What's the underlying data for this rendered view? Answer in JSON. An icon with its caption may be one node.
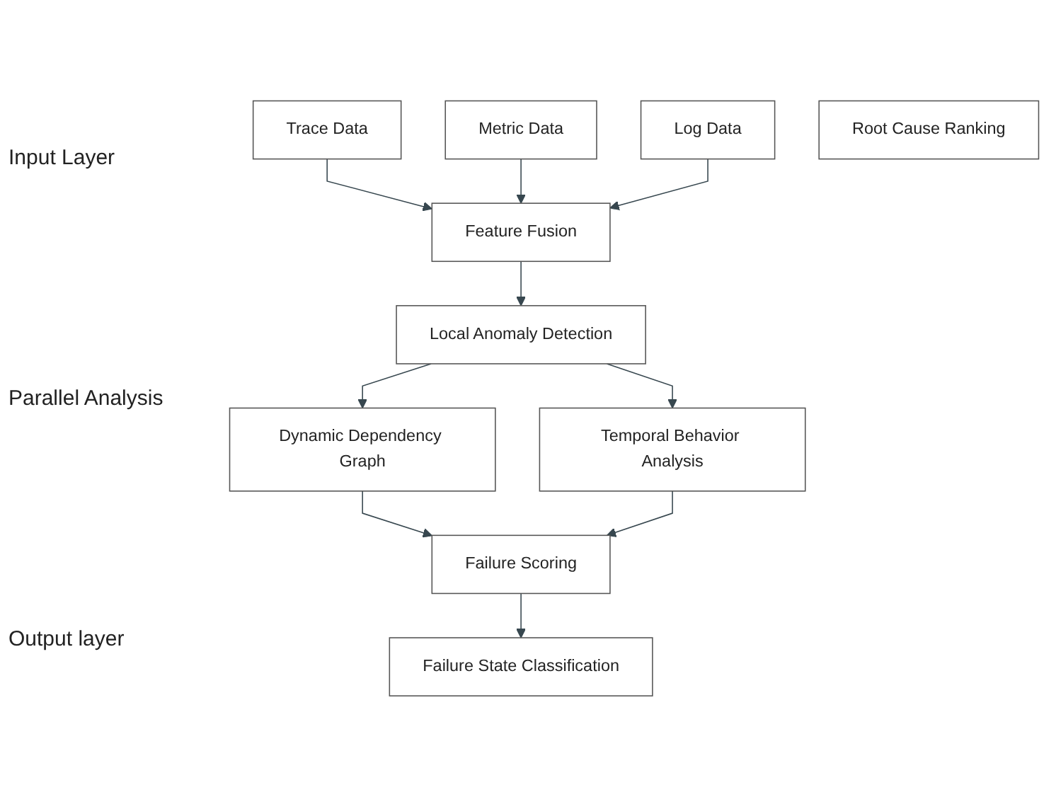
{
  "diagram": {
    "nodes": [
      {
        "text": [
          "Trace Data"
        ]
      },
      {
        "text": [
          "Metric Data"
        ]
      },
      {
        "text": [
          "Log Data"
        ]
      },
      {
        "text": [
          "Feature Fusion"
        ]
      },
      {
        "text": [
          "Local Anomaly Detection"
        ]
      },
      {
        "text": [
          "Dynamic Dependency Graph"
        ]
      },
      {
        "text": [
          "Temporal Behavior Analysis"
        ]
      },
      {
        "text": [
          "Failure Scoring"
        ]
      },
      {
        "text": [
          "Failure State Classification"
        ]
      },
      {
        "text": [
          "Root Cause Ranking"
        ]
      }
    ],
    "edges": [
      {
        "from": 0,
        "to": 3,
        "arrow": "to"
      },
      {
        "from": 1,
        "to": 3,
        "arrow": "to"
      },
      {
        "from": 2,
        "to": 3,
        "arrow": "to"
      },
      {
        "from": 3,
        "to": 4,
        "arrow": "to"
      },
      {
        "from": 4,
        "to": 5,
        "arrow": "to"
      },
      {
        "from": 4,
        "to": 6,
        "arrow": "to"
      },
      {
        "from": 5,
        "to": 7,
        "arrow": "to"
      },
      {
        "from": 6,
        "to": 7,
        "arrow": "to"
      },
      {
        "from": 7,
        "to": 8,
        "arrow": "to"
      }
    ],
    "labels": [
      "Input Layer",
      "Parallel Analysis",
      "Output layer"
    ]
  }
}
